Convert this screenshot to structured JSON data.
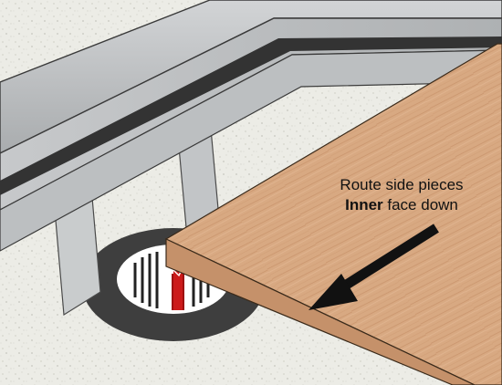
{
  "annotation": {
    "line1": "Route side pieces",
    "line2_bold": "Inner",
    "line2_rest": " face down"
  },
  "colors": {
    "table_surface": "#ecece6",
    "fence_metal": "#b9bcbe",
    "fence_dark": "#333333",
    "insert_ring": "#3e3e3e",
    "router_bit": "#cc1a1a",
    "wood_face": "#d8a982",
    "wood_edge": "#c5916a",
    "arrow": "#111111"
  },
  "icons": [
    "router-bit-icon",
    "feed-direction-arrow-icon"
  ]
}
